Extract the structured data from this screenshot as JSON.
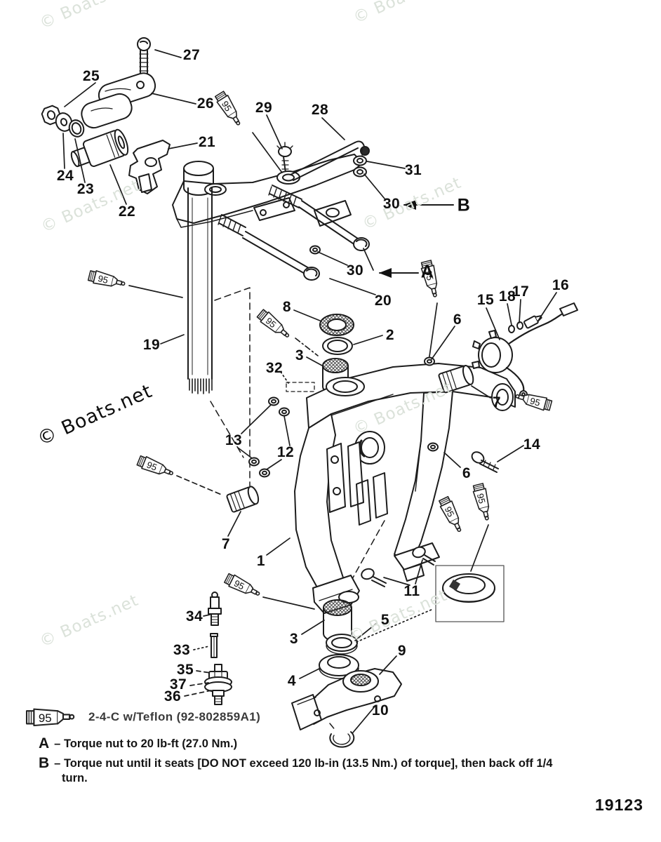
{
  "watermark": {
    "text": "© Boats.net"
  },
  "diagram": {
    "number": "19123"
  },
  "lube_label": "95",
  "legend": {
    "text": "2-4-C w/Teflon (92-802859A1)"
  },
  "notes": {
    "a_key": "A",
    "a_sep": "–",
    "a_text": "Torque nut to 20 lb-ft (27.0 Nm.)",
    "b_key": "B",
    "b_sep": "–",
    "b_text": "Torque nut until it seats [DO NOT exceed 120 lb-in (13.5 Nm.) of torque], then back off 1/4",
    "b_text_cont": "turn."
  },
  "arrows": {
    "a": "A",
    "b": "B"
  },
  "labels": {
    "p1": "1",
    "p2": "2",
    "p3a": "3",
    "p3b": "3",
    "p4": "4",
    "p5": "5",
    "p6a": "6",
    "p6b": "6",
    "p7a": "7",
    "p7b": "7",
    "p8": "8",
    "p9": "9",
    "p10": "10",
    "p11": "11",
    "p12": "12",
    "p13": "13",
    "p14": "14",
    "p15": "15",
    "p16": "16",
    "p17": "17",
    "p18": "18",
    "p19": "19",
    "p20": "20",
    "p21": "21",
    "p22": "22",
    "p23": "23",
    "p24": "24",
    "p25": "25",
    "p26": "26",
    "p27": "27",
    "p28": "28",
    "p29": "29",
    "p30a": "30",
    "p30b": "30",
    "p31": "31",
    "p32": "32",
    "p33": "33",
    "p34": "34",
    "p35": "35",
    "p36": "36",
    "p37": "37"
  }
}
